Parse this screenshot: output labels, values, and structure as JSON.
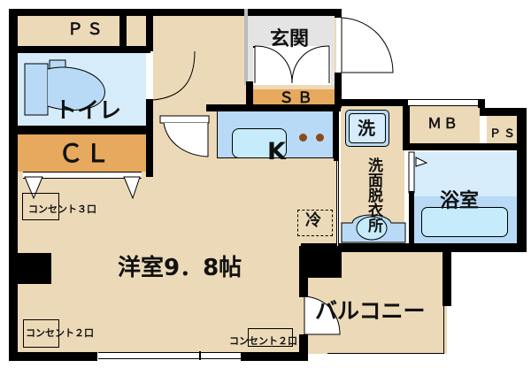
{
  "floor_plan": {
    "rooms": {
      "western_room": {
        "label": "洋室9．8帖",
        "size_jo": 9.8
      },
      "kitchen": {
        "label": "K"
      },
      "entrance": {
        "label": "玄関"
      },
      "toilet": {
        "label": "トイレ"
      },
      "closet": {
        "label": "ＣＬ"
      },
      "shoe_box": {
        "label": "ＳＢ"
      },
      "washroom": {
        "label": "洗面脱衣所"
      },
      "bathroom": {
        "label": "浴室"
      },
      "balcony": {
        "label": "バルコニー"
      },
      "meter_box": {
        "label": "ＭＢ"
      },
      "pipe_space_top": {
        "label": "ＰＳ"
      },
      "pipe_space_right": {
        "label": "ＰＳ"
      },
      "washing_machine": {
        "label": "洗"
      },
      "refrigerator": {
        "label": "冷"
      }
    },
    "outlets": [
      {
        "label": "コンセント３口"
      },
      {
        "label": "コンセント２口"
      },
      {
        "label": "コンセント２口"
      }
    ],
    "colors": {
      "floor": "#ecd9b7",
      "storage": "#e6a95e",
      "water_area": "#d6ecfb",
      "fixture": "#b8daf6",
      "entrance": "#e4e4e4",
      "wall": "#000000"
    }
  }
}
